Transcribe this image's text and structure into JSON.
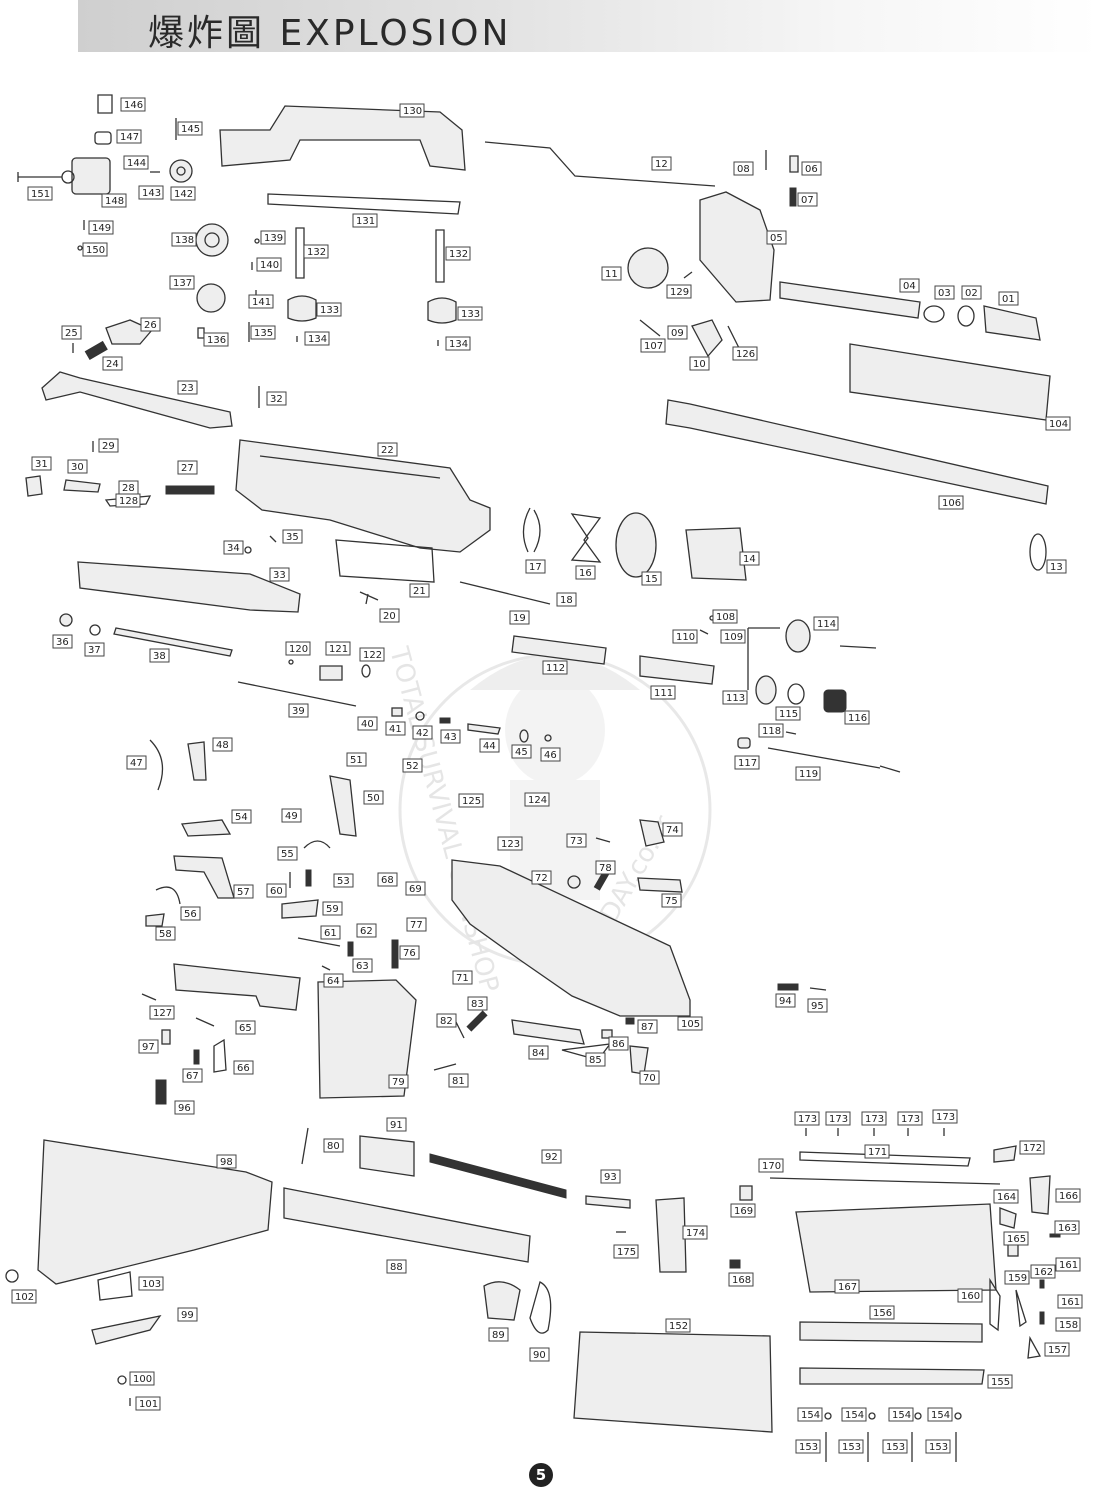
{
  "header": {
    "title": "爆炸圖 EXPLOSION"
  },
  "page_number": "5",
  "watermark": {
    "text": "TOTAL SURVIVAL GUNSHOP",
    "url": "GUNDAY.co.kr"
  },
  "labels": [
    "01",
    "02",
    "03",
    "04",
    "05",
    "06",
    "07",
    "08",
    "09",
    "10",
    "11",
    "12",
    "13",
    "14",
    "15",
    "16",
    "17",
    "18",
    "19",
    "20",
    "21",
    "22",
    "23",
    "24",
    "25",
    "26",
    "27",
    "28",
    "29",
    "30",
    "31",
    "32",
    "33",
    "34",
    "35",
    "36",
    "37",
    "38",
    "39",
    "40",
    "41",
    "42",
    "43",
    "44",
    "45",
    "46",
    "47",
    "48",
    "49",
    "50",
    "51",
    "52",
    "53",
    "54",
    "55",
    "56",
    "57",
    "58",
    "59",
    "60",
    "61",
    "62",
    "63",
    "64",
    "65",
    "66",
    "67",
    "68",
    "69",
    "70",
    "71",
    "72",
    "73",
    "74",
    "75",
    "76",
    "77",
    "78",
    "79",
    "80",
    "81",
    "82",
    "83",
    "84",
    "85",
    "86",
    "87",
    "88",
    "89",
    "90",
    "91",
    "92",
    "93",
    "94",
    "95",
    "96",
    "97",
    "98",
    "99",
    "100",
    "101",
    "102",
    "103",
    "104",
    "105",
    "106",
    "107",
    "108",
    "109",
    "110",
    "111",
    "112",
    "113",
    "114",
    "115",
    "116",
    "117",
    "118",
    "119",
    "120",
    "121",
    "122",
    "123",
    "124",
    "125",
    "126",
    "127",
    "128",
    "129",
    "130",
    "131",
    "132",
    "132",
    "133",
    "133",
    "134",
    "134",
    "135",
    "136",
    "137",
    "138",
    "139",
    "140",
    "141",
    "142",
    "143",
    "144",
    "145",
    "146",
    "147",
    "148",
    "149",
    "150",
    "151",
    "152",
    "153",
    "153",
    "153",
    "153",
    "154",
    "154",
    "154",
    "154",
    "155",
    "156",
    "157",
    "158",
    "159",
    "160",
    "161",
    "161",
    "162",
    "163",
    "164",
    "165",
    "166",
    "167",
    "168",
    "169",
    "170",
    "171",
    "172",
    "173",
    "173",
    "173",
    "173",
    "173",
    "174",
    "175"
  ]
}
